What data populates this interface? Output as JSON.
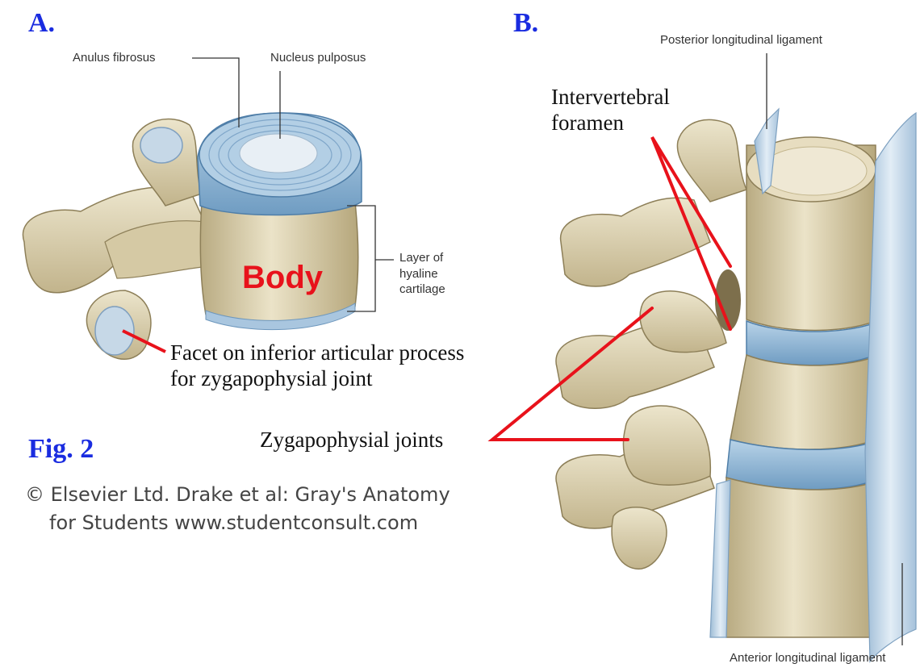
{
  "panels": {
    "a": "A.",
    "b": "B."
  },
  "figure_label": "Fig. 2",
  "panel_a": {
    "anulus": "Anulus fibrosus",
    "nucleus": "Nucleus pulposus",
    "layer_lines": [
      "Layer of",
      "hyaline",
      "cartilage"
    ],
    "body": "Body",
    "facet_lines": [
      "Facet on inferior articular process",
      "for zygapophysial joint"
    ]
  },
  "panel_b": {
    "posterior": "Posterior longitudinal ligament",
    "foramen_lines": [
      "Intervertebral",
      "foramen"
    ],
    "zygapophysial": "Zygapophysial joints",
    "anterior": "Anterior longitudinal ligament"
  },
  "copyright_lines": [
    "© Elsevier Ltd. Drake et al: Gray's Anatomy",
    "for Students www.studentconsult.com"
  ],
  "colors": {
    "bone": "#d9cfb0",
    "bone_shadow": "#b8ab84",
    "disc": "#9cc0dc",
    "disc_edge": "#5d8fb8",
    "pointer": "#e8121b",
    "title_blue": "#1a2ce0"
  }
}
